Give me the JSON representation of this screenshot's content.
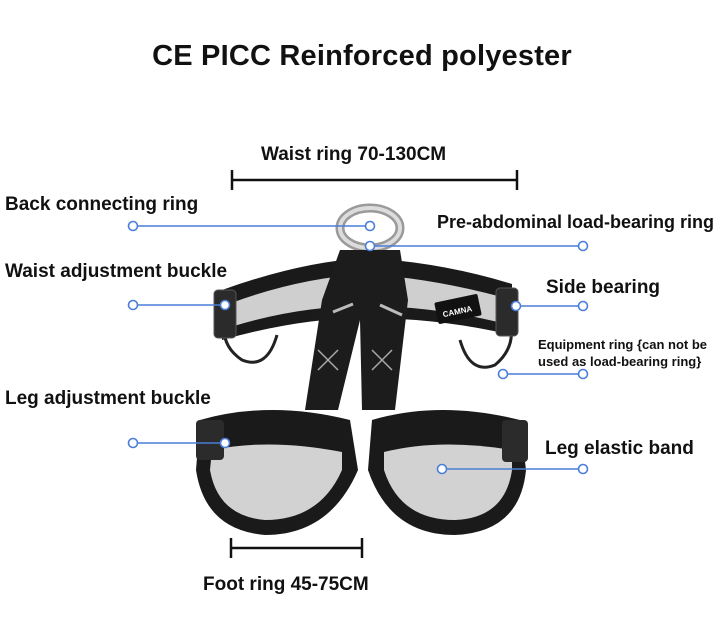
{
  "title": "CE  PICC  Reinforced polyester",
  "labels": {
    "waist_ring": "Waist ring 70-130CM",
    "back_ring": "Back connecting ring",
    "pre_abdominal": "Pre-abdominal load-bearing ring",
    "waist_buckle": "Waist adjustment buckle",
    "side_bearing": "Side bearing",
    "equipment_ring_line1": "Equipment ring {can not be",
    "equipment_ring_line2": "used as load-bearing ring}",
    "leg_buckle": "Leg adjustment buckle",
    "leg_elastic": "Leg elastic band",
    "foot_ring": "Foot ring 45-75CM"
  },
  "brand_mark": "CAMNA",
  "colors": {
    "callout": "#4a7ed8",
    "webbing": "#1a1a1a",
    "padding": "#c9c9c9",
    "text": "#111111"
  }
}
